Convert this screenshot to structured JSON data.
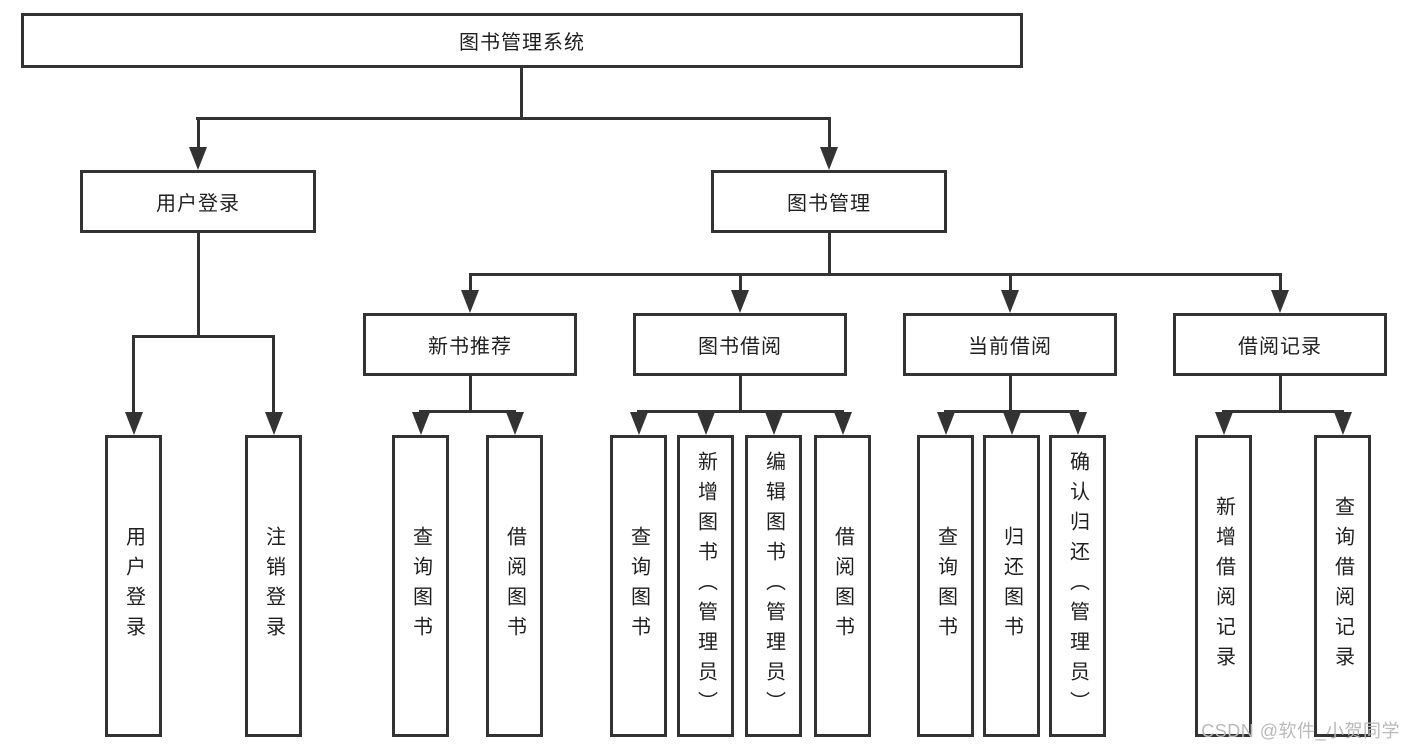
{
  "diagram": {
    "root": {
      "label": "图书管理系统"
    },
    "level2": [
      {
        "label": "用户登录"
      },
      {
        "label": "图书管理"
      }
    ],
    "level3": [
      {
        "label": "新书推荐"
      },
      {
        "label": "图书借阅"
      },
      {
        "label": "当前借阅"
      },
      {
        "label": "借阅记录"
      }
    ],
    "leaves": [
      {
        "label": "用户登录"
      },
      {
        "label": "注销登录"
      },
      {
        "label": "查询图书"
      },
      {
        "label": "借阅图书"
      },
      {
        "label": "查询图书"
      },
      {
        "label": "新增图书（管理员）"
      },
      {
        "label": "编辑图书（管理员）"
      },
      {
        "label": "借阅图书"
      },
      {
        "label": "查询图书"
      },
      {
        "label": "归还图书"
      },
      {
        "label": "确认归还（管理员）"
      },
      {
        "label": "新增借阅记录"
      },
      {
        "label": "查询借阅记录"
      }
    ]
  },
  "watermark": {
    "text": "CSDN @软件_小贺同学"
  },
  "colors": {
    "line": "#333333",
    "text": "#1f1f1f",
    "watermark": "#b9b9b9",
    "background": "#ffffff"
  }
}
